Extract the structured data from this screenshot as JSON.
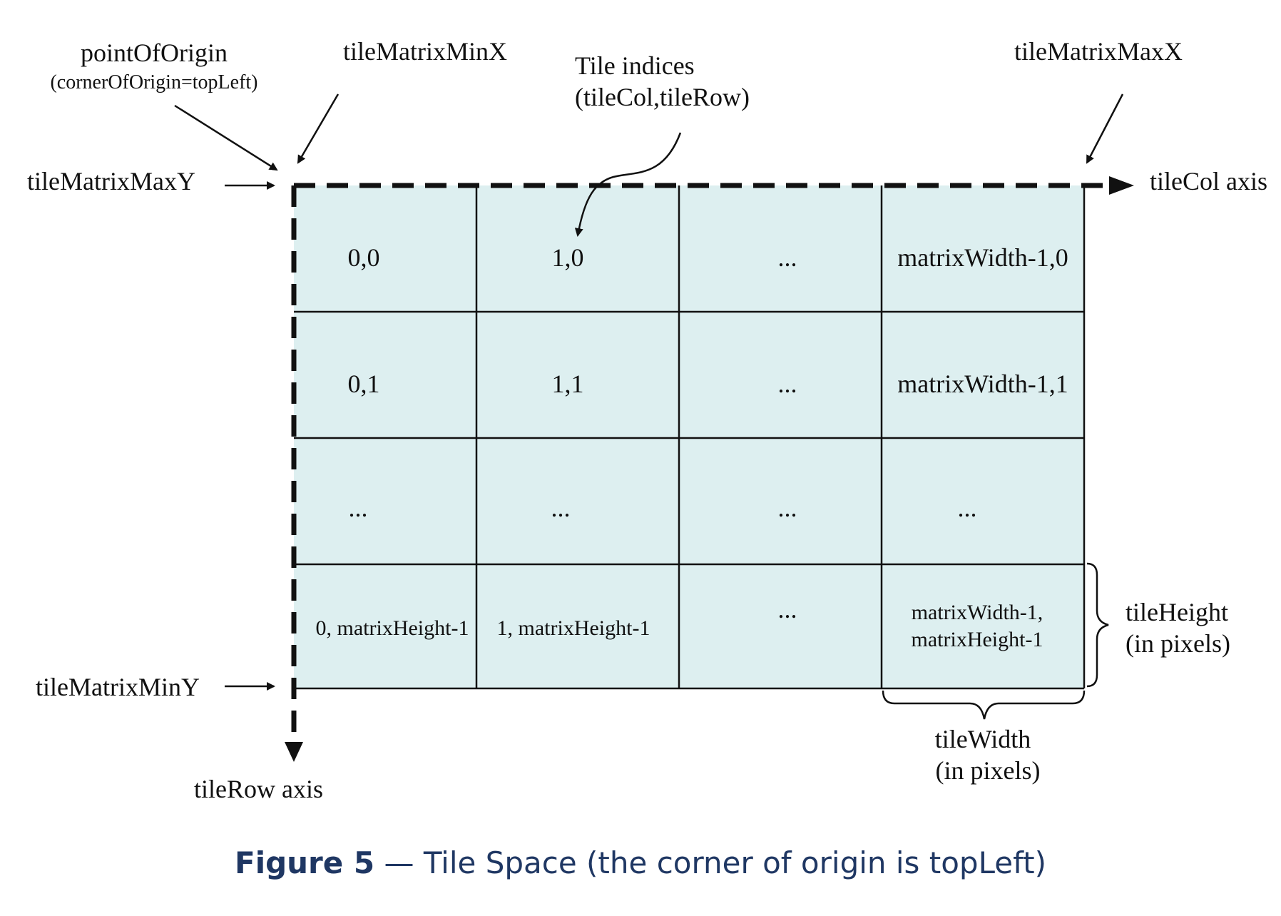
{
  "colors": {
    "cell_fill": "#ddeff0",
    "line": "#111111",
    "caption": "#1f3763"
  },
  "labels": {
    "point_of_origin": "pointOfOrigin",
    "corner_of_origin": "(cornerOfOrigin=topLeft)",
    "tile_matrix_min_x": "tileMatrixMinX",
    "tile_matrix_max_x": "tileMatrixMaxX",
    "tile_matrix_max_y": "tileMatrixMaxY",
    "tile_matrix_min_y": "tileMatrixMinY",
    "tile_indices_line1": "Tile indices",
    "tile_indices_line2": "(tileCol,tileRow)",
    "tile_col_axis": "tileCol axis",
    "tile_row_axis": "tileRow axis",
    "tile_height_line1": "tileHeight",
    "tile_height_line2": "(in pixels)",
    "tile_width_line1": "tileWidth",
    "tile_width_line2": "(in pixels)"
  },
  "cells": {
    "r0": [
      "0,0",
      "1,0",
      "...",
      "matrixWidth-1,0"
    ],
    "r1": [
      "0,1",
      "1,1",
      "...",
      "matrixWidth-1,1"
    ],
    "r2": [
      "...",
      "...",
      "...",
      "..."
    ],
    "r3": [
      "0, matrixHeight-1",
      "1, matrixHeight-1",
      "...",
      "matrixWidth-1,",
      "matrixHeight-1"
    ]
  },
  "caption": {
    "label": "Figure 5",
    "separator": " — ",
    "text": "Tile Space (the corner of origin is topLeft)"
  }
}
